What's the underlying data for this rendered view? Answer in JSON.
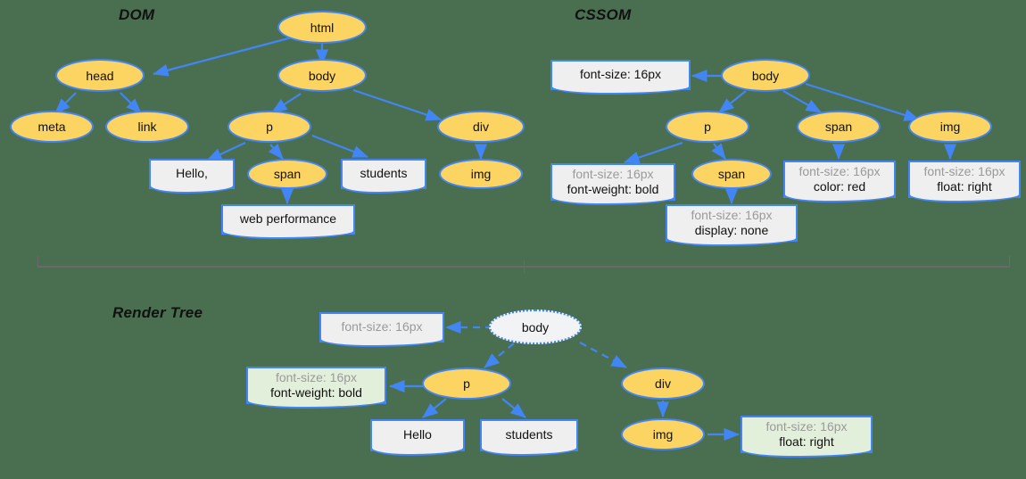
{
  "sections": {
    "dom": {
      "title": "DOM"
    },
    "cssom": {
      "title": "CSSOM"
    },
    "render": {
      "title": "Render Tree"
    }
  },
  "colors": {
    "background": "#4a6f50",
    "node_fill": "#fcd462",
    "node_stroke": "#4285f4",
    "box_fill": "#efefef",
    "box_fill_green": "#e2efda",
    "text": "#111111",
    "text_muted": "#9a9a9a",
    "divider": "#6a6a6a"
  },
  "dom_tree": {
    "nodes": [
      {
        "id": "html",
        "label": "html",
        "kind": "element"
      },
      {
        "id": "head",
        "label": "head",
        "kind": "element"
      },
      {
        "id": "body",
        "label": "body",
        "kind": "element"
      },
      {
        "id": "meta",
        "label": "meta",
        "kind": "element"
      },
      {
        "id": "link",
        "label": "link",
        "kind": "element"
      },
      {
        "id": "p",
        "label": "p",
        "kind": "element"
      },
      {
        "id": "div",
        "label": "div",
        "kind": "element"
      },
      {
        "id": "span",
        "label": "span",
        "kind": "element"
      },
      {
        "id": "img",
        "label": "img",
        "kind": "element"
      }
    ],
    "text_nodes": [
      {
        "id": "hello",
        "label": "Hello,"
      },
      {
        "id": "students",
        "label": "students"
      },
      {
        "id": "webperf",
        "label": "web performance"
      }
    ],
    "edges": [
      [
        "html",
        "head"
      ],
      [
        "html",
        "body"
      ],
      [
        "head",
        "meta"
      ],
      [
        "head",
        "link"
      ],
      [
        "body",
        "p"
      ],
      [
        "body",
        "div"
      ],
      [
        "p",
        "hello"
      ],
      [
        "p",
        "span"
      ],
      [
        "p",
        "students"
      ],
      [
        "span",
        "webperf"
      ],
      [
        "div",
        "img"
      ]
    ]
  },
  "cssom_tree": {
    "nodes": [
      {
        "id": "body",
        "label": "body"
      },
      {
        "id": "p",
        "label": "p"
      },
      {
        "id": "span1",
        "label": "span"
      },
      {
        "id": "span2",
        "label": "span"
      },
      {
        "id": "img",
        "label": "img"
      }
    ],
    "rule_boxes": [
      {
        "id": "body_rules",
        "lines": [
          {
            "text": "font-size: 16px",
            "muted": false
          }
        ]
      },
      {
        "id": "p_rules",
        "lines": [
          {
            "text": "font-size: 16px",
            "muted": true
          },
          {
            "text": "font-weight: bold",
            "muted": false
          }
        ]
      },
      {
        "id": "span2_rules",
        "lines": [
          {
            "text": "font-size: 16px",
            "muted": true
          },
          {
            "text": "display: none",
            "muted": false
          }
        ]
      },
      {
        "id": "span1_rules",
        "lines": [
          {
            "text": "font-size: 16px",
            "muted": true
          },
          {
            "text": "color: red",
            "muted": false
          }
        ]
      },
      {
        "id": "img_rules",
        "lines": [
          {
            "text": "font-size: 16px",
            "muted": true
          },
          {
            "text": "float: right",
            "muted": false
          }
        ]
      }
    ],
    "edges": [
      [
        "body",
        "body_rules"
      ],
      [
        "body",
        "p"
      ],
      [
        "body",
        "span1"
      ],
      [
        "body",
        "img"
      ],
      [
        "p",
        "p_rules"
      ],
      [
        "p",
        "span2"
      ],
      [
        "span2",
        "span2_rules"
      ],
      [
        "span1",
        "span1_rules"
      ],
      [
        "img",
        "img_rules"
      ]
    ]
  },
  "render_tree": {
    "nodes": [
      {
        "id": "body",
        "label": "body",
        "kind": "ghost"
      },
      {
        "id": "p",
        "label": "p",
        "kind": "element"
      },
      {
        "id": "div",
        "label": "div",
        "kind": "element"
      },
      {
        "id": "img",
        "label": "img",
        "kind": "element"
      }
    ],
    "text_nodes": [
      {
        "id": "hello",
        "label": "Hello"
      },
      {
        "id": "students",
        "label": "students"
      }
    ],
    "rule_boxes": [
      {
        "id": "body_rules",
        "tint": "gray",
        "lines": [
          {
            "text": "font-size: 16px",
            "muted": true
          }
        ]
      },
      {
        "id": "p_rules",
        "tint": "green",
        "lines": [
          {
            "text": "font-size: 16px",
            "muted": true
          },
          {
            "text": "font-weight: bold",
            "muted": false
          }
        ]
      },
      {
        "id": "img_rules",
        "tint": "green",
        "lines": [
          {
            "text": "font-size: 16px",
            "muted": true
          },
          {
            "text": "float: right",
            "muted": false
          }
        ]
      }
    ],
    "edges": [
      [
        "body",
        "body_rules"
      ],
      [
        "body",
        "p"
      ],
      [
        "body",
        "div"
      ],
      [
        "p",
        "p_rules"
      ],
      [
        "p",
        "hello"
      ],
      [
        "p",
        "students"
      ],
      [
        "div",
        "img"
      ],
      [
        "img",
        "img_rules"
      ]
    ]
  }
}
